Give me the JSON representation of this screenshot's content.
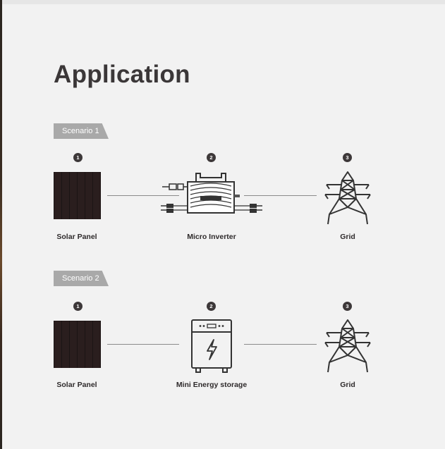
{
  "page": {
    "title": "Application"
  },
  "scenarios": [
    {
      "tab": "Scenario 1",
      "steps": [
        {
          "number": "1",
          "label": "Solar Panel",
          "icon": "solar-panel-icon"
        },
        {
          "number": "2",
          "label": "Micro Inverter",
          "icon": "micro-inverter-icon"
        },
        {
          "number": "3",
          "label": "Grid",
          "icon": "power-tower-icon"
        }
      ]
    },
    {
      "tab": "Scenario 2",
      "steps": [
        {
          "number": "1",
          "label": "Solar Panel",
          "icon": "solar-panel-icon"
        },
        {
          "number": "2",
          "label": "Mini Energy storage",
          "icon": "energy-storage-icon"
        },
        {
          "number": "3",
          "label": "Grid",
          "icon": "power-tower-icon"
        }
      ]
    }
  ],
  "colors": {
    "background": "#f2f2f2",
    "tab": "#a9a9a9",
    "badge": "#3d3839",
    "panel": "#2a1e1e",
    "text": "#2e2a2b"
  }
}
